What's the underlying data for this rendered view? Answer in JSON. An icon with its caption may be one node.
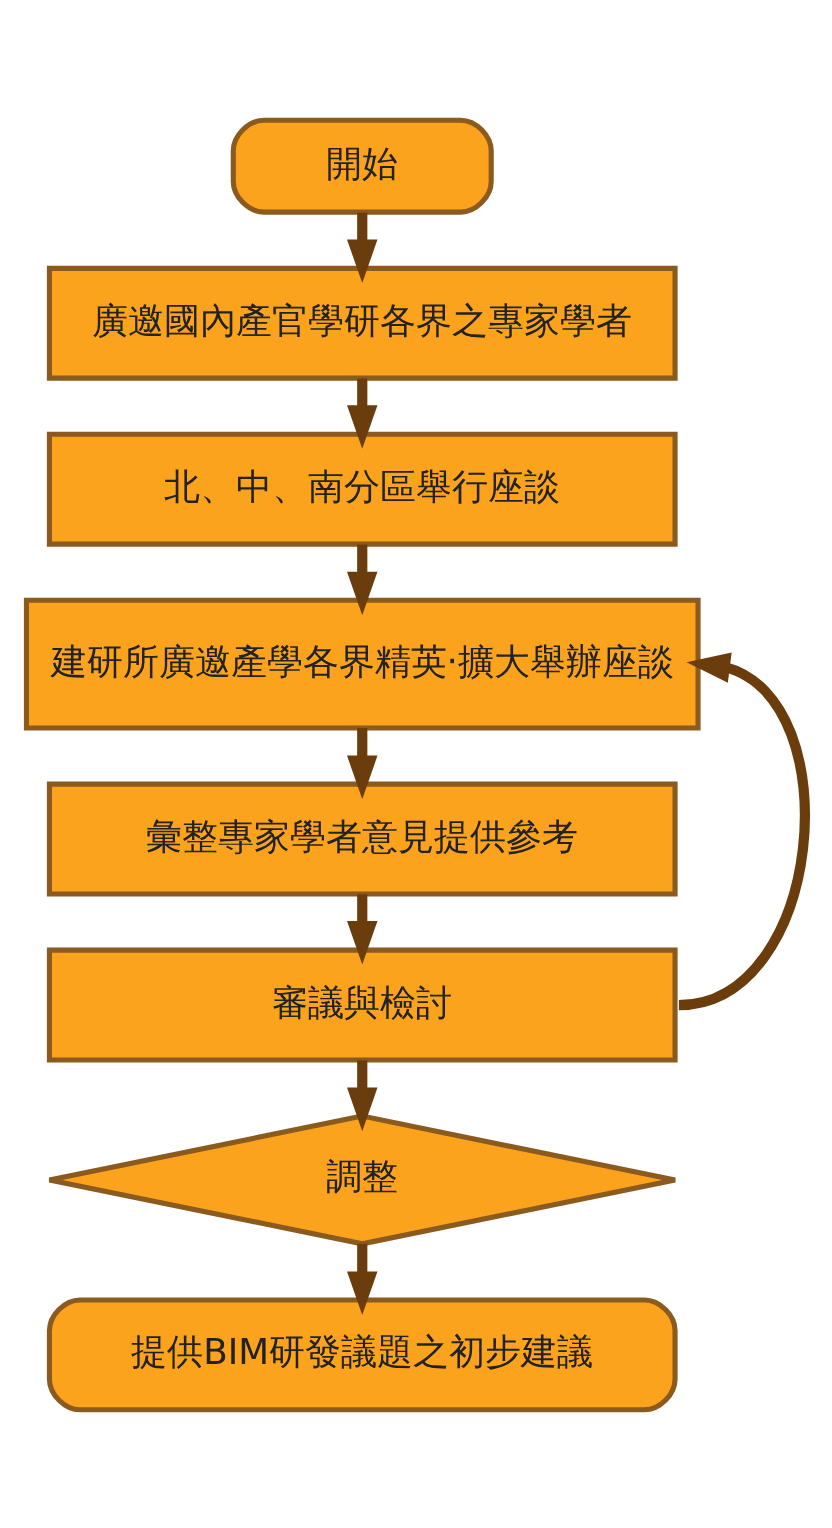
{
  "diagram": {
    "nodes": [
      {
        "text": [
          "開始"
        ]
      },
      {
        "text": [
          "廣邀國內產官學研各界之專家學者"
        ]
      },
      {
        "text": [
          "北、中、南分區舉行座談"
        ]
      },
      {
        "text": [
          "建研所廣邀產學各界精英‧擴大舉辦座談"
        ]
      },
      {
        "text": [
          "彙整專家學者意見提供參考"
        ]
      },
      {
        "text": [
          "審議與檢討"
        ]
      },
      {
        "text": [
          "調整"
        ]
      },
      {
        "text": [
          "提供BIM研發議題之初步建議"
        ]
      }
    ],
    "edges": [
      {
        "from": 0,
        "to": 1,
        "arrow": "to"
      },
      {
        "from": 1,
        "to": 2,
        "arrow": "to"
      },
      {
        "from": 2,
        "to": 3,
        "arrow": "to"
      },
      {
        "from": 3,
        "to": 4,
        "arrow": "to"
      },
      {
        "from": 4,
        "to": 5,
        "arrow": "to"
      },
      {
        "from": 5,
        "to": 3,
        "arrow": "to"
      },
      {
        "from": 5,
        "to": 6,
        "arrow": "to"
      },
      {
        "from": 6,
        "to": 7,
        "arrow": "to"
      }
    ]
  }
}
